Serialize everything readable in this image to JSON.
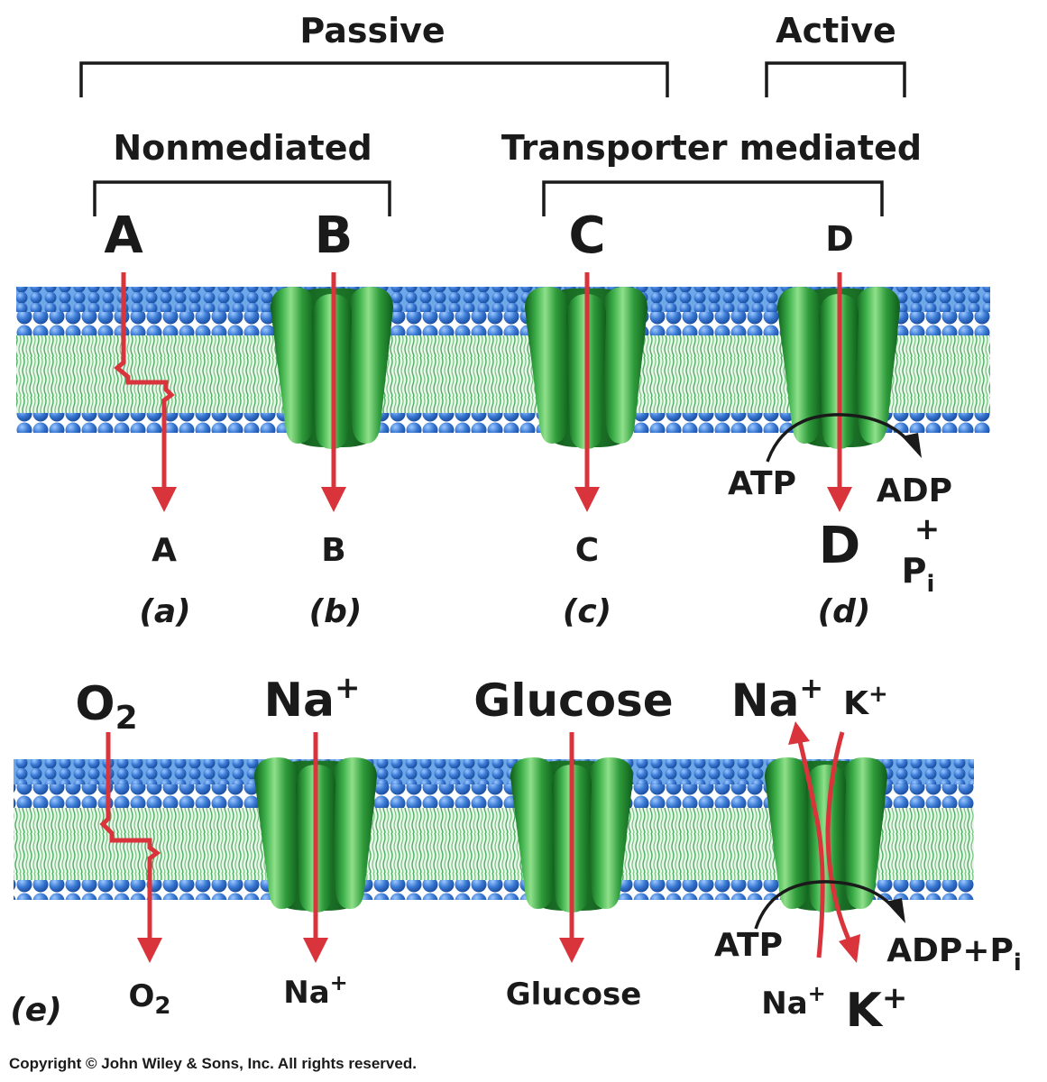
{
  "header": {
    "passive": "Passive",
    "active": "Active",
    "nonmediated": "Nonmediated",
    "transporter_mediated": "Transporter mediated"
  },
  "top_row": {
    "top_labels": {
      "a": "A",
      "b": "B",
      "c": "C",
      "d": "D"
    },
    "bottom_labels": {
      "a": "A",
      "b": "B",
      "c": "C",
      "d": "D"
    },
    "captions": {
      "a": "(a)",
      "b": "(b)",
      "c": "(c)",
      "d": "(d)"
    },
    "atp": "ATP",
    "adp": "ADP",
    "plus": "+",
    "pi_main": "P",
    "pi_sub": "i"
  },
  "bottom_row": {
    "caption": "(e)",
    "o2_top_main": "O",
    "o2_top_sub": "2",
    "na_top_main": "Na",
    "na_top_sup": "+",
    "glucose_top": "Glucose",
    "na_pump_top_main": "Na",
    "na_pump_top_sup": "+",
    "k_pump_top_main": "K",
    "k_pump_top_sup": "+",
    "o2_bottom_main": "O",
    "o2_bottom_sub": "2",
    "na_bottom_main": "Na",
    "na_bottom_sup": "+",
    "glucose_bottom": "Glucose",
    "na_pump_bottom_main": "Na",
    "na_pump_bottom_sup": "+",
    "k_pump_bottom_main": "K",
    "k_pump_bottom_sup": "+",
    "atp": "ATP",
    "adp_pi_main": "ADP+P",
    "adp_pi_sub": "i"
  },
  "copyright": "Copyright © John Wiley & Sons, Inc. All rights reserved.",
  "colors": {
    "arrow": "#d9343b",
    "protein": "#2e9a3a",
    "head": "#2f6fc8",
    "tail": "#4fae63"
  }
}
